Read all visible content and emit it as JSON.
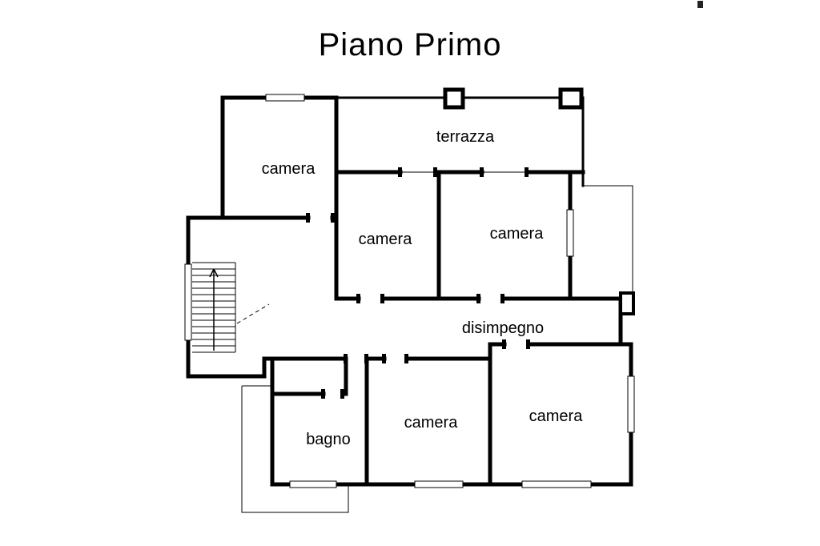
{
  "title": "Piano Primo",
  "colors": {
    "walls": "#000000",
    "background": "#ffffff",
    "text": "#000000"
  },
  "rooms": [
    {
      "name": "camera-top-left",
      "label": "camera"
    },
    {
      "name": "terrazza",
      "label": "terrazza"
    },
    {
      "name": "camera-center",
      "label": "camera"
    },
    {
      "name": "camera-right",
      "label": "camera"
    },
    {
      "name": "disimpegno",
      "label": "disimpegno"
    },
    {
      "name": "bagno",
      "label": "bagno"
    },
    {
      "name": "camera-bottom-center",
      "label": "camera"
    },
    {
      "name": "camera-bottom-right",
      "label": "camera"
    }
  ]
}
